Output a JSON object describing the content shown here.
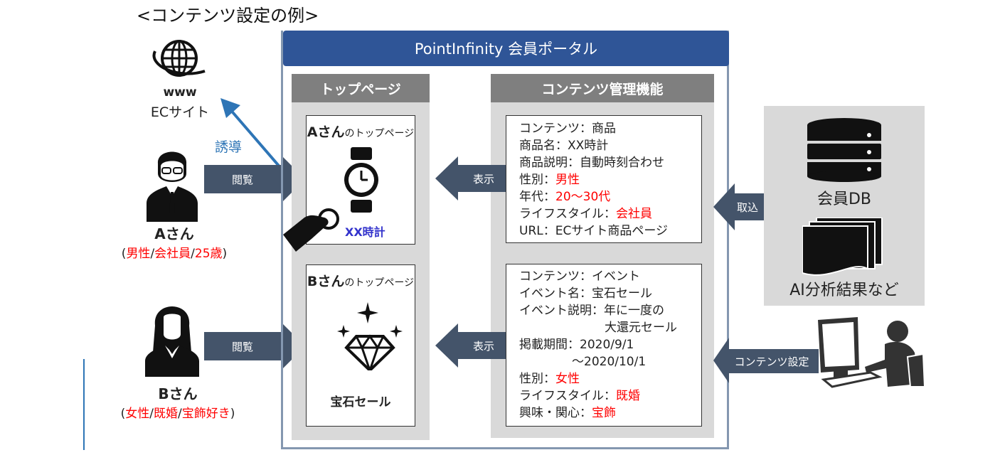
{
  "title": "<コンテンツ設定の例>",
  "ec_site": {
    "www_label": "www",
    "label": "ECサイト",
    "icon": "globe-icon"
  },
  "guide_label": "誘導",
  "portal": {
    "header": "PointInfinity 会員ポータル",
    "top_page_column": "トップページ",
    "content_mgmt_column": "コンテンツ管理機能"
  },
  "users": [
    {
      "name": "Aさん",
      "attrs_open": "(",
      "attrs": [
        "男性",
        "会社員",
        "25歳"
      ],
      "attrs_close": ")",
      "separator": "/",
      "view_label": "閲覧",
      "top_page": {
        "owner": "Aさん",
        "suffix": "のトップページ",
        "item": "XX時計",
        "icon": "watch-icon"
      }
    },
    {
      "name": "Bさん",
      "attrs_open": "(",
      "attrs": [
        "女性",
        "既婚",
        "宝飾好き"
      ],
      "attrs_close": ")",
      "separator": "/",
      "view_label": "閲覧",
      "top_page": {
        "owner": "Bさん",
        "suffix": "のトップページ",
        "item": "宝石セール",
        "icon": "diamond-icon"
      }
    }
  ],
  "display_label": "表示",
  "contents": [
    {
      "lines": [
        {
          "key": "コンテンツ：",
          "value": "商品",
          "highlight": false
        },
        {
          "key": "商品名：",
          "value": "XX時計",
          "highlight": false
        },
        {
          "key": "商品説明：",
          "value": "自動時刻合わせ",
          "highlight": false
        },
        {
          "key": "性別：",
          "value": "男性",
          "highlight": true
        },
        {
          "key": "年代：",
          "value": "20〜30代",
          "highlight": true
        },
        {
          "key": "ライフスタイル：",
          "value": "会社員",
          "highlight": true
        },
        {
          "key": "URL：",
          "value": "ECサイト商品ページ",
          "highlight": false
        }
      ]
    },
    {
      "lines": [
        {
          "key": "コンテンツ：",
          "value": "イベント"
        },
        {
          "key": "イベント名：",
          "value": "宝石セール"
        },
        {
          "key": "イベント説明：",
          "value": "年に一度の"
        },
        {
          "continuation": "大還元セール"
        },
        {
          "key": "掲載期間：",
          "value": "2020/9/1"
        },
        {
          "continuation": "〜2020/10/1"
        },
        {
          "key": "性別：",
          "value": "女性",
          "highlight": true
        },
        {
          "key": "ライフスタイル：",
          "value": "既婚",
          "highlight": true
        },
        {
          "key": "興味・関心：",
          "value": "宝飾",
          "highlight": true
        }
      ]
    }
  ],
  "import_label": "取込",
  "sources": {
    "db": "会員DB",
    "ai": "AI分析結果など"
  },
  "content_setting_label": "コンテンツ設定",
  "colors": {
    "portal_header": "#2f5597",
    "portal_border": "#8497b0",
    "column_header": "#7f7f7f",
    "column_bg": "#d9d9d9",
    "arrow": "#44546a",
    "highlight": "#ff0000",
    "guide": "#2e75b6",
    "item_link": "#3333cc"
  }
}
